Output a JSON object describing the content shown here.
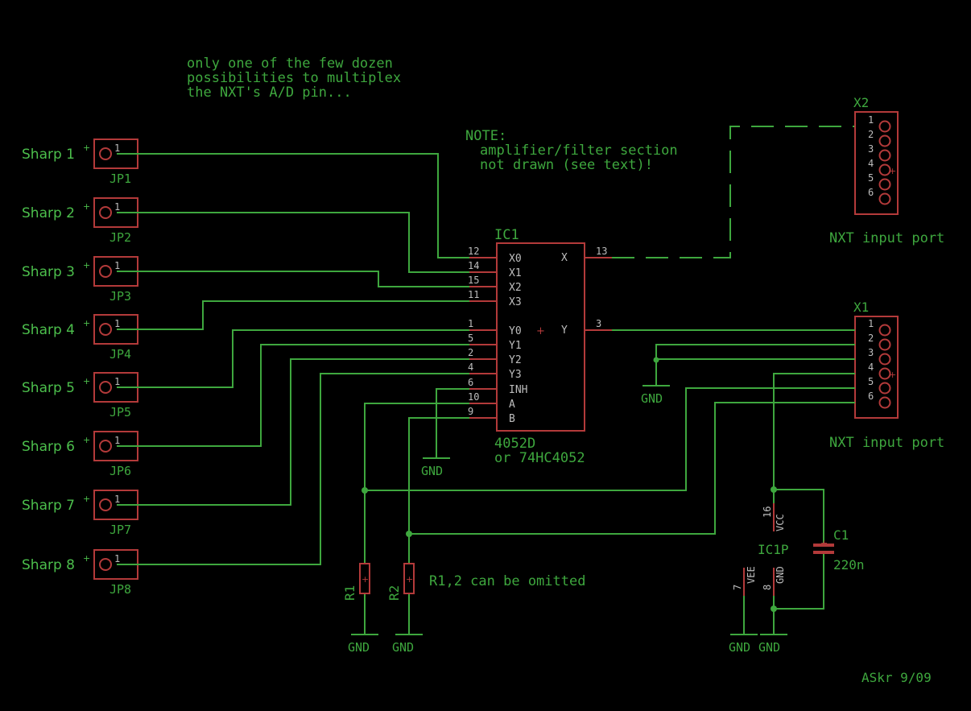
{
  "notes": {
    "top_line1": "only one of the few dozen",
    "top_line2": "possibilities to multiplex",
    "top_line3": "the NXT's A/D pin...",
    "note_title": "NOTE:",
    "note_line1": "amplifier/filter section",
    "note_line2": "not drawn (see text)!",
    "omit": "R1,2 can be omitted",
    "signature": "ASkr 9/09"
  },
  "sensors": [
    {
      "label": "Sharp 1",
      "jp": "JP1",
      "pin": "1"
    },
    {
      "label": "Sharp 2",
      "jp": "JP2",
      "pin": "1"
    },
    {
      "label": "Sharp 3",
      "jp": "JP3",
      "pin": "1"
    },
    {
      "label": "Sharp 4",
      "jp": "JP4",
      "pin": "1"
    },
    {
      "label": "Sharp 5",
      "jp": "JP5",
      "pin": "1"
    },
    {
      "label": "Sharp 6",
      "jp": "JP6",
      "pin": "1"
    },
    {
      "label": "Sharp 7",
      "jp": "JP7",
      "pin": "1"
    },
    {
      "label": "Sharp 8",
      "jp": "JP8",
      "pin": "1"
    }
  ],
  "plus": "+",
  "ic1": {
    "name": "IC1",
    "part": "4052D",
    "alt": "or 74HC4052",
    "left_pins": [
      {
        "num": "12",
        "label": "X0"
      },
      {
        "num": "14",
        "label": "X1"
      },
      {
        "num": "15",
        "label": "X2"
      },
      {
        "num": "11",
        "label": "X3"
      },
      {
        "num": "1",
        "label": "Y0"
      },
      {
        "num": "5",
        "label": "Y1"
      },
      {
        "num": "2",
        "label": "Y2"
      },
      {
        "num": "4",
        "label": "Y3"
      },
      {
        "num": "6",
        "label": "INH"
      },
      {
        "num": "10",
        "label": "A"
      },
      {
        "num": "9",
        "label": "B"
      }
    ],
    "right_pins": [
      {
        "num": "13",
        "label": "X"
      },
      {
        "num": "3",
        "label": "Y"
      }
    ]
  },
  "x2": {
    "name": "X2",
    "pins": [
      "1",
      "2",
      "3",
      "4",
      "5",
      "6"
    ],
    "caption": "NXT input port"
  },
  "x1": {
    "name": "X1",
    "pins": [
      "1",
      "2",
      "3",
      "4",
      "5",
      "6"
    ],
    "caption": "NXT input port"
  },
  "gnd": "GND",
  "r1": "R1",
  "r2": "R2",
  "c1": {
    "name": "C1",
    "value": "220n"
  },
  "ic1p": {
    "name": "IC1P",
    "vcc_pin": "16",
    "vcc": "VCC",
    "vee_pin": "7",
    "vee": "VEE",
    "gnd_pin": "8",
    "gnd": "GND"
  },
  "colors": {
    "wire": "#3ea73e",
    "part": "#b33a3a",
    "background": "#000000",
    "pin_text": "#bdbdbd"
  }
}
